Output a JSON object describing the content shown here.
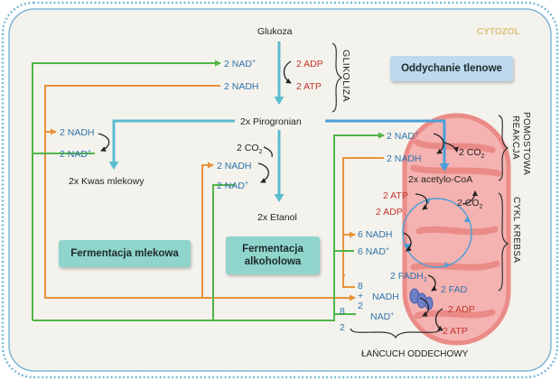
{
  "labels": {
    "cytosol": "CYTOZOL",
    "glucose": "Glukoza",
    "glycolysis": "GLIKOLIZA",
    "pyruvate": "2x Pirogronian",
    "lactic_acid": "2x Kwas mlekowy",
    "ethanol": "2x Etanol",
    "co2_2": "2 CO",
    "co2_sub": "2",
    "acetyl_coa": "2x acetylo-CoA",
    "bridge_reaction_line1": "REAKCJA",
    "bridge_reaction_line2": "POMOSTOWA",
    "krebs_cycle": "CYKL KREBSA",
    "electron_chain": "ŁAŃCUCH ODDECHOWY"
  },
  "boxes": {
    "aerobic": "Oddychanie tlenowe",
    "lactic_fermentation": "Fermentacja mlekowa",
    "alcoholic_fermentation_line1": "Fermentacja",
    "alcoholic_fermentation_line2": "alkoholowa"
  },
  "cofactors": {
    "nad_plus_2": "2 NAD",
    "plus_sup": "+",
    "nadh_2": "2 NADH",
    "adp_2": "2 ADP",
    "atp_2": "2 ATP",
    "nadh_6": "6 NADH",
    "nad_plus_6": "6 NAD",
    "fadh2_2": "2 FADH",
    "fadh2_sub": "2",
    "fad_2": "2 FAD",
    "nadh": "NADH",
    "nad_plus": "NAD"
  },
  "sums": {
    "eight_top": "8",
    "plus": "+",
    "two": "2",
    "eight_bottom": "8",
    "two_bottom": "2"
  },
  "colors": {
    "nadh_line": "#e8923a",
    "nad_line": "#4fb548",
    "pathway": "#5bbccf",
    "blue_text": "#2f73ad",
    "red_text": "#c0352b",
    "box_teal": "#8fd5cc",
    "box_blue": "#bcd9ee",
    "mito_fill": "#f4b2b0",
    "mito_stroke": "#ea8b87"
  }
}
